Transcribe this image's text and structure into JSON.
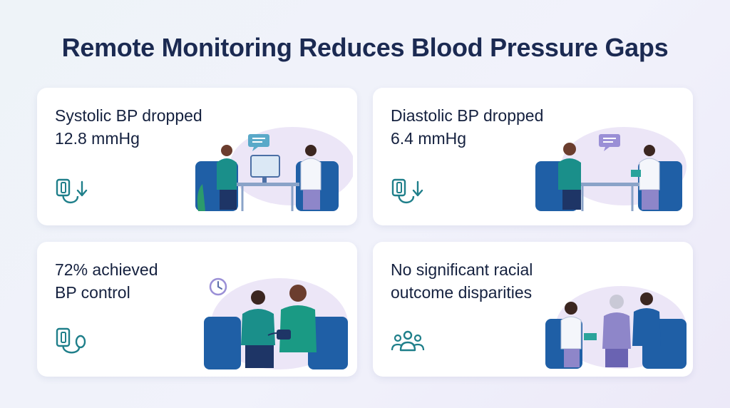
{
  "title": "Remote Monitoring Reduces Blood Pressure Gaps",
  "cards": [
    {
      "line1": "Systolic BP dropped",
      "line2": "12.8 mmHg",
      "icon": "bp-cuff-down-icon",
      "illustration": "patient-doctor-consult"
    },
    {
      "line1": "Diastolic BP dropped",
      "line2": "6.4 mmHg",
      "icon": "bp-cuff-down-icon",
      "illustration": "patient-doctor-consult"
    },
    {
      "line1": "72% achieved",
      "line2": "BP control",
      "icon": "bp-monitor-icon",
      "illustration": "nurse-measuring-bp"
    },
    {
      "line1": "No significant racial",
      "line2": "outcome disparities",
      "icon": "group-icon",
      "illustration": "group-consult"
    }
  ],
  "colors": {
    "title": "#1b2a52",
    "text": "#15213f",
    "icon": "#1f7f8a",
    "sofa": "#1f5fa6",
    "teal": "#1a8f8a",
    "lavender": "#e7e1f6"
  }
}
